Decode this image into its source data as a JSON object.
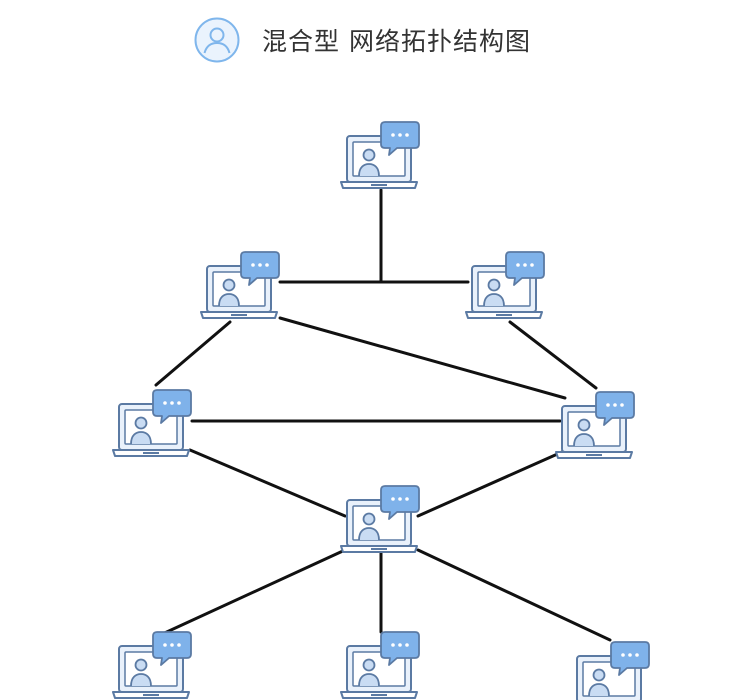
{
  "header": {
    "title": "混合型 网络拓扑结构图",
    "icon": "user-avatar-icon"
  },
  "diagram": {
    "node_icon": "laptop-chat-icon",
    "node_ids": [
      "n1",
      "n2",
      "n3",
      "n4",
      "n5",
      "n6",
      "n7",
      "n8",
      "n9"
    ],
    "edges": [
      [
        "n1",
        "hub"
      ],
      [
        "n2",
        "n3"
      ],
      [
        "n2",
        "n4"
      ],
      [
        "n2",
        "n5"
      ],
      [
        "n3",
        "n5"
      ],
      [
        "n4",
        "n5"
      ],
      [
        "n4",
        "n6"
      ],
      [
        "n5",
        "n6"
      ],
      [
        "n6",
        "n7"
      ],
      [
        "n6",
        "n8"
      ],
      [
        "n6",
        "n9"
      ]
    ],
    "colors": {
      "line": "#111111",
      "icon_stroke": "#5b7aa3",
      "screen_fill": "#e9f1fb",
      "bubble_fill": "#7fb2ea",
      "person_fill": "#c9dcf3"
    }
  }
}
